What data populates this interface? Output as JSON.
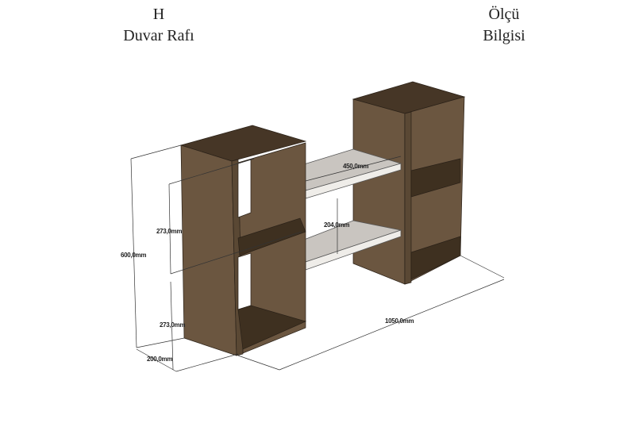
{
  "title_left": {
    "line1": "H",
    "line2": "Duvar Rafı"
  },
  "title_right": {
    "line1": "Ölçü",
    "line2": "Bilgisi"
  },
  "dimensions": {
    "shelf_width": "450,0mm",
    "shelf_gap": "204,0mm",
    "upper_cell_height": "273,0mm",
    "lower_cell_height": "273,0mm",
    "total_height": "600,0mm",
    "depth": "200,0mm",
    "total_width": "1050,0mm"
  },
  "colors": {
    "wood": "#6b5640",
    "wood_dark": "#463626",
    "shelf": "#c9c5c0",
    "shelf_edge": "#efede9"
  }
}
